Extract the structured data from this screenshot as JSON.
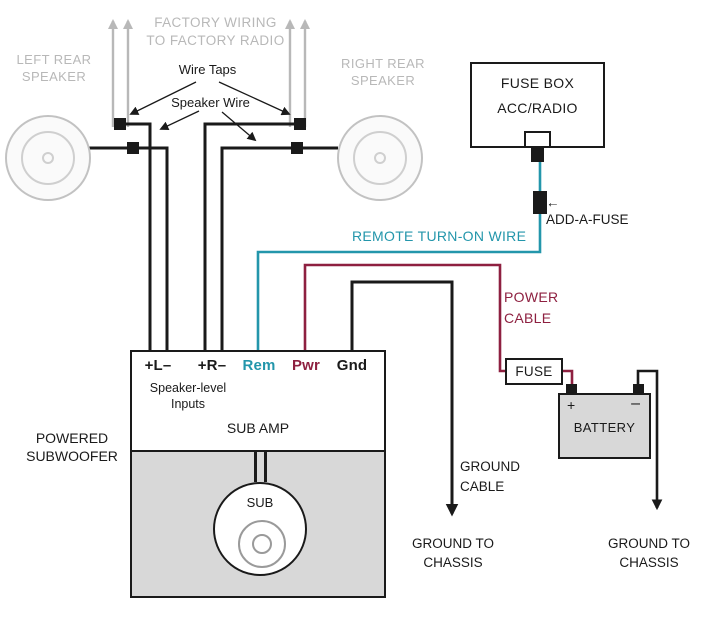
{
  "colors": {
    "gray_label": "#b8b8b8",
    "wire_black": "#1a1a1a",
    "remote_wire_teal": "#2396ab",
    "power_cable_maroon": "#8e2040",
    "box_gray_fill": "#d8d8d8"
  },
  "labels": {
    "left_rear_speaker": "LEFT REAR\nSPEAKER",
    "factory_wiring": "FACTORY WIRING\nTO FACTORY RADIO",
    "right_rear_speaker": "RIGHT REAR\nSPEAKER",
    "wire_taps": "Wire Taps",
    "speaker_wire": "Speaker Wire",
    "remote_turn_on_wire": "REMOTE TURN-ON WIRE",
    "add_a_fuse_arrow": "←",
    "add_a_fuse": "ADD-A-FUSE",
    "power_cable": "POWER\nCABLE",
    "ground_cable": "GROUND\nCABLE",
    "ground_to_chassis_left": "GROUND TO\nCHASSIS",
    "ground_to_chassis_right": "GROUND TO\nCHASSIS",
    "powered_subwoofer": "POWERED\nSUBWOOFER"
  },
  "fuse_box": {
    "title": "FUSE BOX",
    "slot": "ACC/RADIO"
  },
  "amp": {
    "terminals": [
      {
        "label": "+L–"
      },
      {
        "label": "+R–"
      },
      {
        "label": "Rem"
      },
      {
        "label": "Pwr"
      },
      {
        "label": "Gnd"
      }
    ],
    "inputs_label": "Speaker-level\nInputs",
    "name": "SUB AMP",
    "sub_label": "SUB"
  },
  "power": {
    "fuse": "FUSE",
    "battery": "BATTERY",
    "plus": "+",
    "minus": "–"
  }
}
